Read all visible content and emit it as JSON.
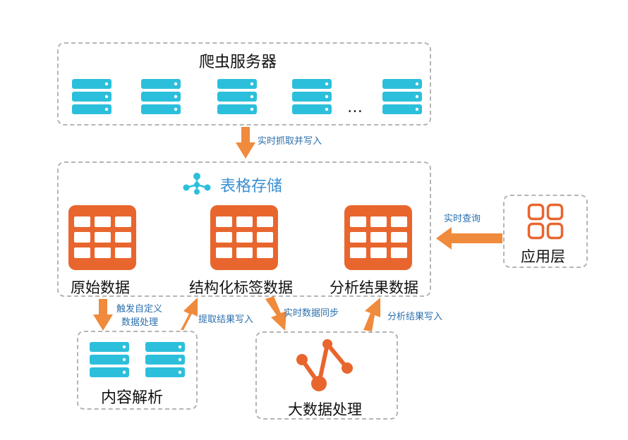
{
  "crawler": {
    "title": "爬虫服务器",
    "ellipsis": "…"
  },
  "table_store": {
    "title": "表格存储"
  },
  "tables": [
    {
      "label": "原始数据"
    },
    {
      "label": "结构化标签数据"
    },
    {
      "label": "分析结果数据"
    }
  ],
  "app_layer": {
    "title": "应用层"
  },
  "content_parse": {
    "title": "内容解析"
  },
  "big_data": {
    "title": "大数据处理"
  },
  "arrows": {
    "crawl_write": "实时抓取并写入",
    "realtime_query": "实时查询",
    "trigger_line1": "触发自定义",
    "trigger_line2": "数据处理",
    "extract_write": "提取结果写入",
    "realtime_sync": "实时数据同步",
    "analysis_write": "分析结果写入"
  },
  "colors": {
    "orange": "#f08a3c",
    "table_orange": "#e8662e",
    "server_cyan": "#2cbfdc",
    "text_blue": "#2b6fad",
    "title_blue": "#3a8fd3"
  }
}
